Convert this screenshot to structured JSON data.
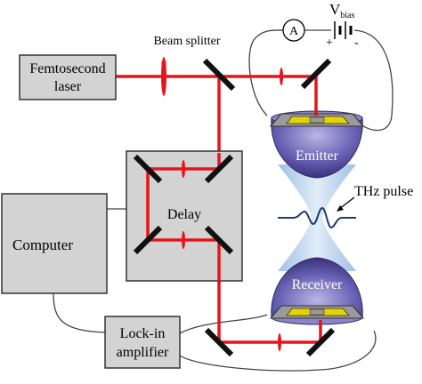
{
  "labels": {
    "laser_line1": "Femtosecond",
    "laser_line2": "laser",
    "beam_splitter": "Beam splitter",
    "delay": "Delay",
    "computer": "Computer",
    "lockin_line1": "Lock-in",
    "lockin_line2": "amplifier",
    "emitter": "Emitter",
    "receiver": "Receiver",
    "thz_pulse": "THz pulse",
    "ammeter": "A",
    "vbias_main": "V",
    "vbias_sub": "bias",
    "plus": "+",
    "minus": "-"
  },
  "colors": {
    "beam": "#e8141b",
    "box_fill": "#d3d3d3",
    "lens_fill": "#4a3f8f",
    "lens_highlight": "#a7a3d8",
    "thz_fill": "#bdd7ee",
    "mirror": "#111111",
    "wire": "#444444"
  }
}
